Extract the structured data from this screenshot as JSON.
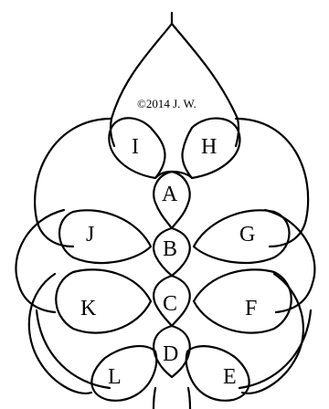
{
  "copyright": "©2014 J. W.",
  "labels": {
    "A": "A",
    "B": "B",
    "C": "C",
    "D": "D",
    "E": "E",
    "F": "F",
    "G": "G",
    "H": "H",
    "I": "I",
    "J": "J",
    "K": "K",
    "L": "L"
  },
  "colors": {
    "line": "#000000",
    "background": "#ffffff"
  }
}
